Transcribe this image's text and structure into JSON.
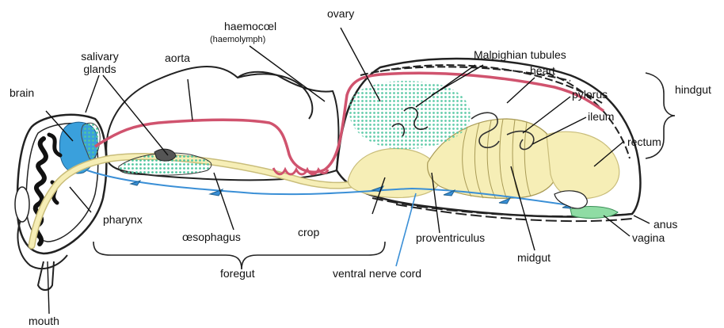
{
  "labels": {
    "brain": "brain",
    "salivary_glands_1": "salivary",
    "salivary_glands_2": "glands",
    "aorta": "aorta",
    "haemocoel": "haemocœl",
    "haemolymph": "(haemolymph)",
    "ovary": "ovary",
    "malpighian": "Malpighian tubules",
    "heart": "heart",
    "hindgut": "hindgut",
    "pylorus": "pylorus",
    "ileum": "ileum",
    "rectum": "rectum",
    "anus": "anus",
    "vagina": "vagina",
    "midgut": "midgut",
    "proventriculus": "proventriculus",
    "ventral_nerve_cord": "ventral nerve cord",
    "crop": "crop",
    "foregut": "foregut",
    "oesophagus": "œsophagus",
    "pharynx": "pharynx",
    "mouth": "mouth"
  },
  "colors": {
    "outline": "#222222",
    "aorta": "#d0536e",
    "gut": "#f6eeb6",
    "gut_stroke": "#c9bd7a",
    "brain": "#3aa0dc",
    "nerve": "#3a8fd6",
    "malpighian": "#b9ead7",
    "vagina": "#8fdca4"
  }
}
